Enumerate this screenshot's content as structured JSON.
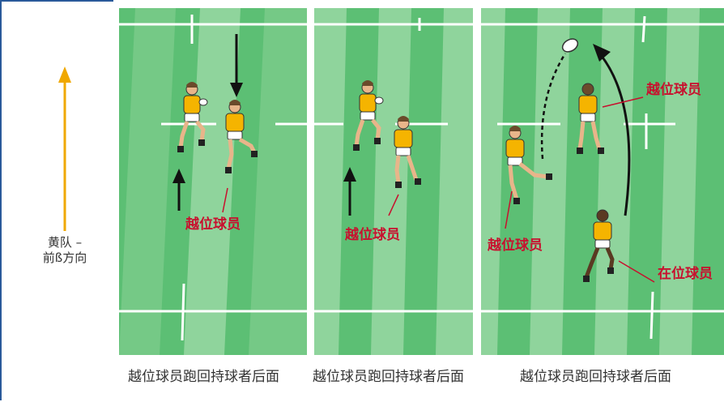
{
  "direction_label": [
    "黄队 –",
    "前ß方向"
  ],
  "panels": [
    {
      "caption": "越位球员跑回持球者后面",
      "labels": [
        "越位球员"
      ]
    },
    {
      "caption": "越位球员跑回持球者后面",
      "labels": [
        "越位球员"
      ]
    },
    {
      "caption": "越位球员跑回持球者后面",
      "labels": [
        "越位球员",
        "越位球员",
        "在位球员"
      ]
    }
  ],
  "colors": {
    "field_dark": "#5cbf74",
    "field_light": "#8fd49c",
    "frame": "#2a5a9a",
    "arrow_gold": "#f0a800",
    "label_red": "#c8102e",
    "jersey": "#f5b400"
  }
}
